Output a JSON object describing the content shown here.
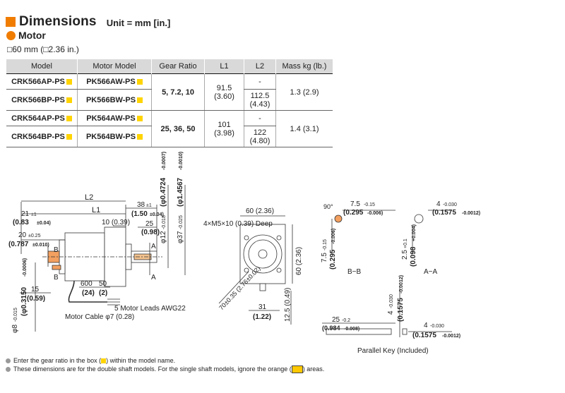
{
  "header": {
    "title": "Dimensions",
    "unit": "Unit = mm [in.]",
    "subtitle": "Motor",
    "size_prefix": "60 mm (",
    "size_mid": "2.36 in.)"
  },
  "table": {
    "columns": [
      "Model",
      "Motor Model",
      "Gear Ratio",
      "L1",
      "L2",
      "Mass kg (lb.)"
    ],
    "rows": [
      {
        "model": "CRK566AP-PS",
        "motor": "PK566AW-PS",
        "l2": "-"
      },
      {
        "model": "CRK566BP-PS",
        "motor": "PK566BW-PS",
        "l2a": "112.5",
        "l2b": "(4.43)"
      },
      {
        "model": "CRK564AP-PS",
        "motor": "PK564AW-PS",
        "l2": "-"
      },
      {
        "model": "CRK564BP-PS",
        "motor": "PK564BW-PS",
        "l2a": "122",
        "l2b": "(4.80)"
      }
    ],
    "groups": [
      {
        "gear": "5, 7.2, 10",
        "l1a": "91.5",
        "l1b": "(3.60)",
        "mass": "1.3 (2.9)"
      },
      {
        "gear": "25, 36, 50",
        "l1a": "101",
        "l1b": "(3.98)",
        "mass": "1.4 (3.1)"
      }
    ]
  },
  "drawing": {
    "side": {
      "L2": "L2",
      "L1": "L1",
      "d21": "21",
      "d21tol": "±1",
      "d21in": "(0.83",
      "d21intol": "±0.04)",
      "d38": "38",
      "d38tol": "±1",
      "d38in": "(1.50",
      "d38intol": "±0.04)",
      "d10": "10 (0.39)",
      "d25": "25",
      "d25in": "(0.98)",
      "d20": "20",
      "d20tol": "±0.25",
      "d20in": "(0.787",
      "d20intol": "±0.010)",
      "A": "A",
      "B": "B",
      "d15": "15",
      "d15in": "(0.59)",
      "d600": "600",
      "d50": "50",
      "d24": "(24)",
      "d2": "(2)",
      "leads": "5 Motor Leads AWG22",
      "cable": "Motor Cable φ7 (0.28)",
      "phi8": "φ8",
      "phi8tol": "-0.015",
      "phi8in": "(φ0.3150",
      "phi8intol": "-0.0006)",
      "phi12": "φ12",
      "phi12tol": "-0.018",
      "phi12in": "(φ0.4724",
      "phi12intol": "-0.0007)",
      "phi37": "φ37",
      "phi37tol": "-0.025",
      "phi37in": "(φ1.4567",
      "phi37intol": "-0.0010)"
    },
    "front": {
      "holes": "4×M5×10 (0.39) Deep",
      "w60": "60 (2.36)",
      "h60": "60 (2.36)",
      "pcd": "70±0.35 (2.76±0.02)",
      "d31": "31",
      "d31in": "(1.22)",
      "d125": "12.5 (0.49)"
    },
    "sectionBB": {
      "label": "B−B",
      "angle": "90°",
      "d75": "7.5",
      "d75tol": "-0.15",
      "d75in": "(0.295",
      "d75intol": "-0.006)",
      "v75": "7.5",
      "v75tol": "-0.15",
      "v75in": "(0.295",
      "v75intol": "-0.006)"
    },
    "sectionAA": {
      "label": "A−A",
      "d4": "4",
      "d4tol": "-0.030",
      "d4in": "(0.1575",
      "d4intol": "-0.0012)",
      "v25": "2.5",
      "v25tol": "+0.1",
      "v25in": "(0.098",
      "v25intol": "+0.004)"
    },
    "key": {
      "label": "Parallel Key (Included)",
      "d25": "25",
      "d25tol": "-0.2",
      "d25in": "(0.984",
      "d25intol": "-0.008)",
      "v4": "4",
      "v4tol": "-0.030",
      "v4in": "(0.1575",
      "v4intol": "-0.0012)",
      "h4": "4",
      "h4tol": "-0.030",
      "h4in": "(0.1575",
      "h4intol": "-0.0012)"
    }
  },
  "notes": {
    "n1a": "Enter the gear ratio in the box (",
    "n1b": ") within the model name.",
    "n2a": "These dimensions are for the double shaft models. For the single shaft models, ignore the orange (",
    "n2b": ") areas."
  }
}
